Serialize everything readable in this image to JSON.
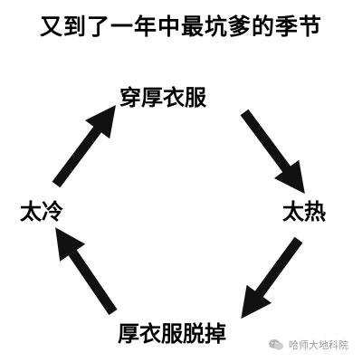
{
  "title": "又到了一年中最坑爹的季节",
  "cycle": {
    "top": "穿厚衣服",
    "right": "太热",
    "bottom": "厚衣服脱掉",
    "left": "太冷"
  },
  "watermark": {
    "text": "哈师大地科院",
    "icon": "wechat-icon",
    "color": "#9a9a9a"
  },
  "colors": {
    "text": "#000000",
    "arrow": "#111111",
    "background": "#ffffff"
  }
}
